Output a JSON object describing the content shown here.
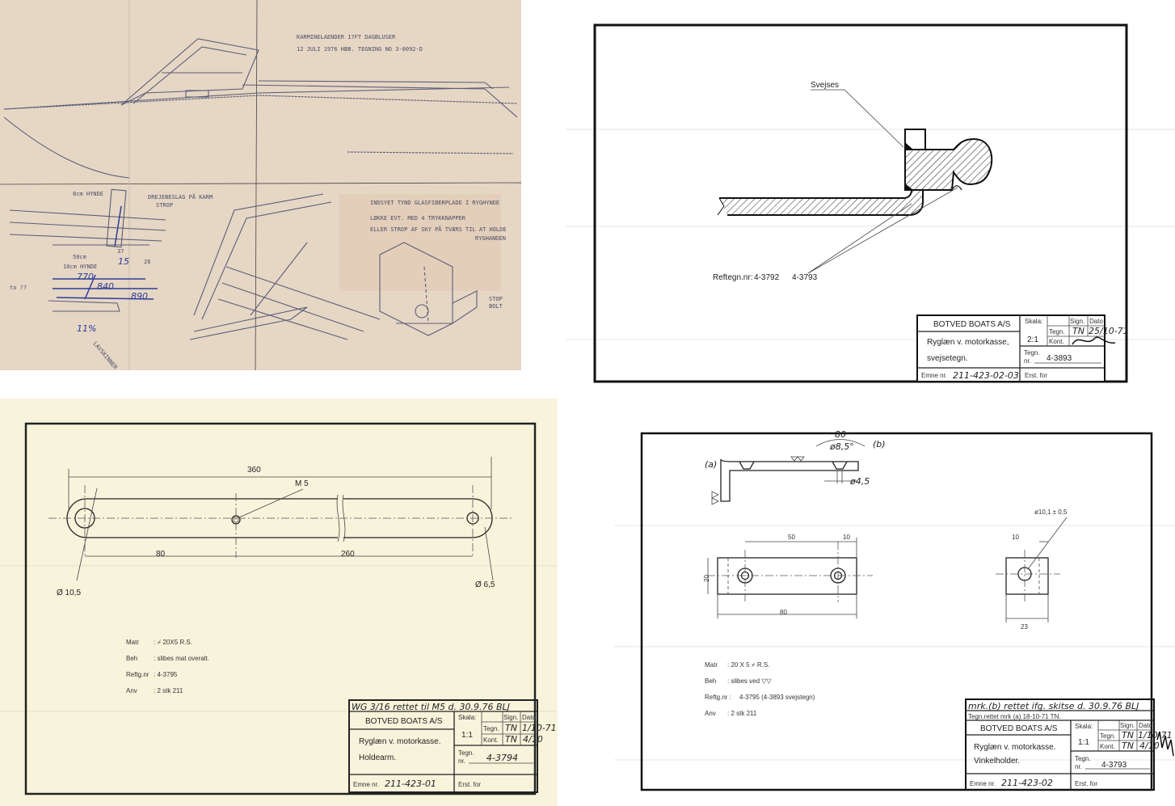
{
  "sketch": {
    "title_line1": "KARMINELAENDER 17FT DAGBLUSER",
    "title_line2": "12 JULI 1976 HBB.  TEGNING NO 3-0092-D",
    "note1": "INDSYET TYND GLASFIBERPLADE I RYGHYNDE",
    "note2": "LØKKE EVT. MED 4 TRYKKNAPPER",
    "note3": "ELLER STROP AF SKY PÅ TVÆRS TIL AT HOLDE",
    "note4": "RYGHANDEN",
    "label_hynde": "8cm HYNDE",
    "label_strop": "DREJEBESLAG PÅ KARM",
    "label_strop2": "STROP",
    "dim_50": "50cm",
    "dim_10": "10cm HYNDE",
    "dim_770": "770",
    "dim_840": "840",
    "dim_890": "890",
    "dim_15": "15",
    "dim_37": "37",
    "dim_26": "26",
    "pct": "11%",
    "note_left": "to ??",
    "note_bottom": "LAVSKINNER",
    "stop_label": "STOP",
    "stop_label2": "BOLT"
  },
  "weld_drawing": {
    "label_weld": "Svejses",
    "ref_label": "Reftegn.nr:",
    "ref1": "4-3792",
    "ref2": "4-3793",
    "title_block": {
      "company": "BOTVED BOATS A/S",
      "desc1": "Ryglæn v. motorkasse,",
      "desc2": "svejsetegn.",
      "emne_label": "Emne nr.",
      "emne": "211-423-02-03",
      "skala_label": "Skala:",
      "skala": "2:1",
      "sign_label": "Sign.",
      "dato_label": "Dato",
      "tegn_label": "Tegn.",
      "kont_label": "Kont.",
      "tegn_sign": "TN",
      "tegn_dato": "25/10-71",
      "tegnnr_label1": "Tegn.",
      "tegnnr_label2": "nr.",
      "tegnnr": "4-3893",
      "erst_label": "Erst. for"
    }
  },
  "arm_drawing": {
    "dim_total": "360",
    "dim_80": "80",
    "dim_260": "260",
    "thread": "M 5",
    "dia_left": "Ø 10,5",
    "dia_right": "Ø 6,5",
    "specs": [
      {
        "label": "Matr",
        "value": ": ⌿ 20X5  R.S."
      },
      {
        "label": "Beh",
        "value": ": slibes  mat  overalt."
      },
      {
        "label": "Reftg.nr",
        "value": ":  4-3795"
      },
      {
        "label": "Anv",
        "value": ": 2 stk  211"
      }
    ],
    "revision": "WG 3/16  rettet til M5  d. 30.9.76  BLJ",
    "title_block": {
      "company": "BOTVED BOATS A/S",
      "desc1": "Ryglæn v. motorkasse.",
      "desc2": "Holdearm.",
      "emne_label": "Emne nr.",
      "emne": "211-423-01",
      "skala_label": "Skala:",
      "skala": "1:1",
      "sign_label": "Sign.",
      "dato_label": "Dato",
      "tegn_label": "Tegn.",
      "kont_label": "Kont.",
      "tegn_sign": "TN",
      "tegn_dato": "1/10-71",
      "kont_sign": "TN",
      "kont_dato": "4/10",
      "tegnnr_label1": "Tegn.",
      "tegnnr_label2": "nr.",
      "tegnnr": "4-3794",
      "erst_label": "Erst. for"
    }
  },
  "bracket_drawing": {
    "label_a": "(a)",
    "label_b": "(b)",
    "angle": "80",
    "dia_countersink": "ø8,5°",
    "dia_hole": "ø4,5",
    "dia_side": "ø10,1 ± 0,5",
    "dim_50": "50",
    "dim_10a": "10",
    "dim_10b": "10",
    "dim_20": "20",
    "dim_80": "80",
    "dim_23": "23",
    "specs": [
      {
        "label": "Matr",
        "value": ":     20 X 5 ⌿  R.S."
      },
      {
        "label": "Beh",
        "value": ":     slibes ved ▽▽"
      },
      {
        "label": "Reftg.nr :",
        "value": "    4-3795     (4-3893 svejstegn)"
      },
      {
        "label": "Anv",
        "value": ":      2  stk       211"
      }
    ],
    "revision1": "mrk.(b) rettet ifg. skitse d. 30.9.76  BLJ",
    "revision2": "Tegn.rettet mrk (a)    18-10-71   TN.",
    "title_block": {
      "company": "BOTVED BOATS A/S",
      "desc1": "Ryglæn v. motorkasse.",
      "desc2": "Vinkelholder.",
      "emne_label": "Emne nr.",
      "emne": "211-423-02",
      "skala_label": "Skala:",
      "skala": "1:1",
      "sign_label": "Sign.",
      "dato_label": "Dato",
      "tegn_label": "Tegn.",
      "kont_label": "Kont.",
      "tegn_sign": "TN",
      "tegn_dato": "1/10-71",
      "kont_sign": "TN",
      "kont_dato": "4/10",
      "tegnnr_label1": "Tegn.",
      "tegnnr_label2": "nr.",
      "tegnnr": "4-3793",
      "erst_label": "Erst. for"
    }
  }
}
